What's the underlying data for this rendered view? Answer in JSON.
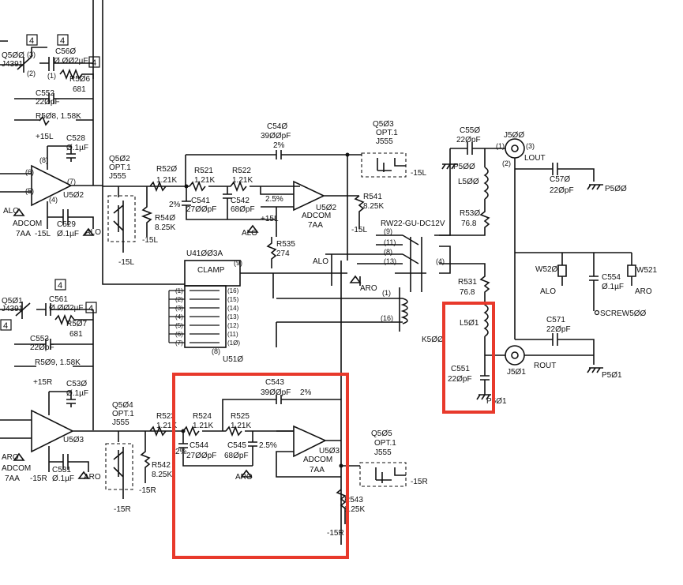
{
  "upper_left": {
    "q500": "Q5ØØ",
    "q500_part": "J4391",
    "c560": "C56Ø",
    "c560_val": "Ø.ØØ2µF",
    "r506": "R5Ø6",
    "r506_val": "681",
    "c552": "C552",
    "c552_val": "22ØpF",
    "r508": "R5Ø8, 1.58K",
    "plus15l": "+15L",
    "c528": "C528",
    "c528_val": "Ø.1µF",
    "u502": "U5Ø2",
    "alo": "ALO",
    "adcom": "ADCOM",
    "adcom_val": "7AA",
    "c529_neg": "-15L",
    "c529_val": "Ø.1µF",
    "c529": "C529",
    "alo2": "ALO",
    "box_num": "4",
    "box_num2": "4",
    "pin3": "(3)",
    "pin2": "(2)",
    "pin1": "(1)",
    "pin6": "(6)",
    "pin7": "(7)",
    "pin5": "(5)",
    "pin4": "(4)",
    "pin8": "(8)"
  },
  "lower_left": {
    "q501": "Q5Ø1",
    "q501_part": "J4391",
    "c561": "C561",
    "c561_val": "Ø.ØØ2µF",
    "r507": "R5Ø7",
    "r507_val": "681",
    "c553": "C553",
    "c553_val": "22ØpF",
    "r509": "R5Ø9, 1.58K",
    "plus15r": "+15R",
    "c530": "C53Ø",
    "c530_val": "Ø.1µF",
    "u503": "U5Ø3",
    "aro": "ARO",
    "adcom": "ADCOM",
    "adcom_val": "7AA",
    "c531_neg": "-15R",
    "c531_val": "Ø.1µF",
    "c531": "C531",
    "aro2": "ARO",
    "box_num": "4",
    "box_num2": "4",
    "box_num3": "4"
  },
  "upper_mid": {
    "q502": "Q5Ø2",
    "q502_opt": "OPT.1",
    "q502_part": "J555",
    "r520": "R52Ø",
    "r520_val": "1.21K",
    "r521": "R521",
    "r521_val": "1.21K",
    "r522": "R522",
    "r522_val": "1.21K",
    "c540": "C54Ø",
    "c540_val": "39ØØpF",
    "c540_tol": "2%",
    "c541": "C541",
    "c541_val": "27ØØpF",
    "c541_tol": "2%",
    "c542": "C542",
    "c542_val": "68ØpF",
    "c542_tol": "2.5%",
    "r540": "R54Ø",
    "r540_val": "8.25K",
    "neg15l": "-15L",
    "neg15l_b": "-15L",
    "u502": "U5Ø2",
    "adcom": "ADCOM",
    "adcom_val": "7AA",
    "plus15l": "+15L",
    "alo": "ALO",
    "r535": "R535",
    "r535_val": "274",
    "r541": "R541",
    "r541_val": "8.25K",
    "neg15l_c": "-15L",
    "q503": "Q5Ø3",
    "q503_opt": "OPT.1",
    "q503_part": "J555",
    "neg15l_d": "-15L"
  },
  "clamp": {
    "ic": "U41ØØ3A",
    "label": "CLAMP",
    "u510": "U51Ø",
    "pins_left": [
      "(1)",
      "(2)",
      "(3)",
      "(4)",
      "(5)",
      "(6)",
      "(7)"
    ],
    "pins_right": [
      "(16)",
      "(15)",
      "(14)",
      "(13)",
      "(12)",
      "(11)",
      "(1Ø)"
    ],
    "pin9": "(9)",
    "pin8": "(8)"
  },
  "relay": {
    "name": "RW22-GU-DC12V",
    "k500": "K5ØØ",
    "alo": "ALO",
    "aro": "ARO",
    "pins": [
      "(9)",
      "(11)",
      "(8)",
      "(13)",
      "(4)",
      "(1)",
      "(16)"
    ]
  },
  "right_upper": {
    "c550": "C55Ø",
    "c550_val": "22ØpF",
    "p500_gnd": "P5ØØ",
    "j500": "J5ØØ",
    "lout": "LOUT",
    "l500": "L5ØØ",
    "r530": "R53Ø",
    "r530_val": "76.8",
    "c570": "C57Ø",
    "c570_val": "22ØpF",
    "p500": "P5ØØ",
    "pin1": "(1)",
    "pin3": "(3)",
    "pin2": "(2)"
  },
  "right_mid": {
    "w520": "W52Ø",
    "alo": "ALO",
    "c554": "C554",
    "c554_val": "Ø.1µF",
    "w521": "W521",
    "aro": "ARO",
    "screw": "SCREW5ØØ"
  },
  "right_lower": {
    "r531": "R531",
    "r531_val": "76.8",
    "l501": "L5Ø1",
    "c551": "C551",
    "c551_val": "22ØpF",
    "p501_gnd": "P5Ø1",
    "j501": "J5Ø1",
    "rout": "ROUT",
    "c571": "C571",
    "c571_val": "22ØpF",
    "p501": "P5Ø1"
  },
  "lower_mid": {
    "q504": "Q5Ø4",
    "q504_opt": "OPT.1",
    "q504_part": "J555",
    "r523": "R523",
    "r523_val": "1.21K",
    "r524": "R524",
    "r524_val": "1.21K",
    "r525": "R525",
    "r525_val": "1.21K",
    "c543": "C543",
    "c543_val": "39ØØpF",
    "c543_tol": "2%",
    "c544": "C544",
    "c544_val": "27ØØpF",
    "c544_tol": "2%",
    "c545": "C545",
    "c545_val": "68ØpF",
    "c545_tol": "2.5%",
    "r542": "R542",
    "r542_val": "8.25K",
    "neg15r": "-15R",
    "neg15r_b": "-15R",
    "u503": "U5Ø3",
    "adcom": "ADCOM",
    "adcom_val": "7AA",
    "aro": "ARO",
    "r543": "R543",
    "r543_val": "8.25K",
    "neg15r_c": "-15R",
    "q505": "Q5Ø5",
    "q505_opt": "OPT.1",
    "q505_part": "J555",
    "neg15r_d": "-15R"
  },
  "colors": {
    "ink": "#111111",
    "highlight": "#e8392b",
    "paper": "#ffffff"
  }
}
